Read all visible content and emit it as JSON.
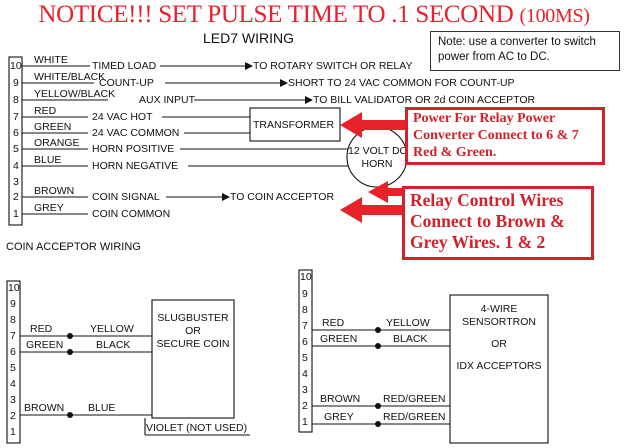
{
  "notice": {
    "main": "NOTICE!!! SET PULSE TIME TO .1 SECOND",
    "small": "(100MS)"
  },
  "led7": {
    "title": "LED7 WIRING",
    "pins": [
      "10",
      "9",
      "8",
      "7",
      "6",
      "5",
      "4",
      "3",
      "2",
      "1"
    ],
    "wires": [
      {
        "color": "WHITE",
        "label": "TIMED LOAD",
        "dest": "TO ROTARY SWITCH OR RELAY"
      },
      {
        "color": "WHITE/BLACK",
        "label": "COUNT-UP",
        "dest": "SHORT TO 24 VAC COMMON FOR COUNT-UP"
      },
      {
        "color": "YELLOW/BLACK",
        "label": "AUX INPUT",
        "dest": "TO BILL VALIDATOR OR 2d COIN ACCEPTOR"
      },
      {
        "color": "RED",
        "label": "24 VAC HOT",
        "dest": ""
      },
      {
        "color": "GREEN",
        "label": "24 VAC COMMON",
        "dest": ""
      },
      {
        "color": "ORANGE",
        "label": "HORN POSITIVE",
        "dest": ""
      },
      {
        "color": "BLUE",
        "label": "HORN NEGATIVE",
        "dest": ""
      },
      {
        "color": "",
        "label": "",
        "dest": ""
      },
      {
        "color": "BROWN",
        "label": "COIN SIGNAL",
        "dest": "TO COIN ACCEPTOR"
      },
      {
        "color": "GREY",
        "label": "COIN COMMON",
        "dest": ""
      }
    ],
    "transformer": "TRANSFORMER",
    "horn": [
      "12 VOLT DC",
      "HORN"
    ]
  },
  "note": "Note: use a converter to switch power from AC to DC.",
  "callouts": {
    "power": "Power For Relay Power Converter Connect to 6 & 7 Red & Green.",
    "relay": "Relay Control Wires Connect to Brown & Grey Wires. 1 & 2"
  },
  "coin_acceptor": {
    "title": "COIN ACCEPTOR WIRING",
    "left": {
      "pins": [
        "10",
        "9",
        "8",
        "7",
        "6",
        "5",
        "4",
        "3",
        "2",
        "1"
      ],
      "box": [
        "SLUGBUSTER",
        "OR",
        "SECURE COIN"
      ],
      "wires": [
        {
          "from": "RED",
          "to": "YELLOW"
        },
        {
          "from": "GREEN",
          "to": "BLACK"
        },
        {
          "from": "BROWN",
          "to": "BLUE"
        }
      ],
      "violet": "VIOLET (NOT USED)"
    },
    "right": {
      "pins": [
        "10",
        "9",
        "8",
        "7",
        "6",
        "5",
        "4",
        "3",
        "2",
        "1"
      ],
      "box": [
        "4-WIRE",
        "SENSORTRON",
        "OR",
        "IDX ACCEPTORS"
      ],
      "wires": [
        {
          "from": "RED",
          "to": "YELLOW"
        },
        {
          "from": "GREEN",
          "to": "BLACK"
        },
        {
          "from": "BROWN",
          "to": "RED/GREEN"
        },
        {
          "from": "GREY",
          "to": "RED/GREEN"
        }
      ]
    }
  },
  "colors": {
    "notice": "#e8222b",
    "callout": "#d4202a",
    "line": "#111111"
  }
}
